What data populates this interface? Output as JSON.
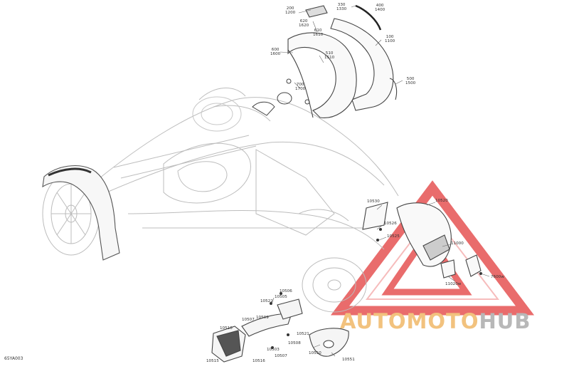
{
  "diagram_code": "65YA003",
  "watermark": {
    "part1": "AUTO",
    "part2": "MOTO",
    "part3": "HUB",
    "accent_color": "#f2c27e",
    "triangle_color": "#e23b3b",
    "hub_color": "#b8b8b8"
  },
  "callouts": [
    {
      "id": "c1",
      "line1": "200",
      "line2": "1200"
    },
    {
      "id": "c2",
      "line1": "330",
      "line2": "1330"
    },
    {
      "id": "c3",
      "line1": "400",
      "line2": "1400"
    },
    {
      "id": "c4",
      "line1": "620",
      "line2": "1620"
    },
    {
      "id": "c5",
      "line1": "610",
      "line2": "1610"
    },
    {
      "id": "c6",
      "line1": "100",
      "line2": "1100"
    },
    {
      "id": "c7",
      "line1": "600",
      "line2": "1600"
    },
    {
      "id": "c8",
      "line1": "510",
      "line2": "1510"
    },
    {
      "id": "c9",
      "line1": "500",
      "line2": "1500"
    },
    {
      "id": "c10",
      "line1": "700",
      "line2": "1700"
    },
    {
      "id": "c11",
      "line1": "10530",
      "line2": ""
    },
    {
      "id": "c12",
      "line1": "10520",
      "line2": ""
    },
    {
      "id": "c13",
      "line1": "10526",
      "line2": ""
    },
    {
      "id": "c14",
      "line1": "10525",
      "line2": ""
    },
    {
      "id": "c15",
      "line1": "11000",
      "line2": ""
    },
    {
      "id": "c16",
      "line1": "7600w",
      "line2": ""
    },
    {
      "id": "c17",
      "line1": "11020w",
      "line2": ""
    },
    {
      "id": "c18",
      "line1": "10506",
      "line2": ""
    },
    {
      "id": "c19",
      "line1": "10505",
      "line2": ""
    },
    {
      "id": "c20",
      "line1": "10522",
      "line2": ""
    },
    {
      "id": "c21",
      "line1": "10507",
      "line2": ""
    },
    {
      "id": "c22",
      "line1": "10509",
      "line2": ""
    },
    {
      "id": "c23",
      "line1": "10510",
      "line2": ""
    },
    {
      "id": "c24",
      "line1": "10508",
      "line2": ""
    },
    {
      "id": "c25",
      "line1": "10521",
      "line2": ""
    },
    {
      "id": "c26",
      "line1": "10503",
      "line2": ""
    },
    {
      "id": "c27",
      "line1": "10507",
      "line2": ""
    },
    {
      "id": "c28",
      "line1": "10550",
      "line2": ""
    },
    {
      "id": "c29",
      "line1": "10515",
      "line2": ""
    },
    {
      "id": "c30",
      "line1": "10516",
      "line2": ""
    },
    {
      "id": "c31",
      "line1": "10551",
      "line2": ""
    }
  ]
}
